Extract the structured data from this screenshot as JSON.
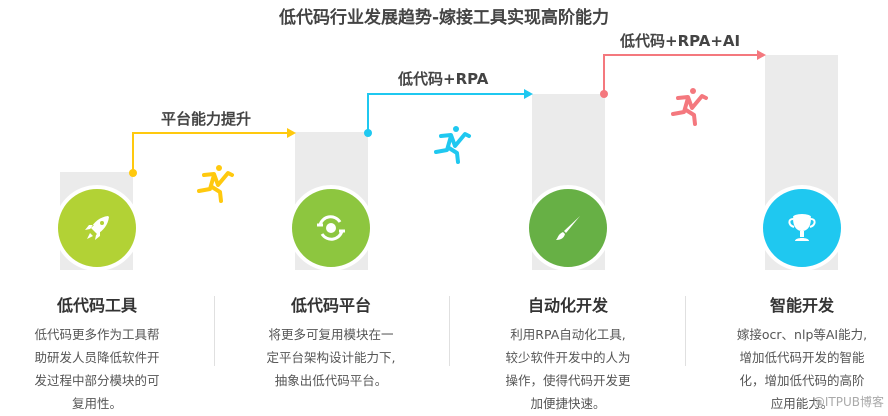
{
  "title": "低代码行业发展趋势-嫁接工具实现高阶能力",
  "transitions": [
    {
      "label": "平台能力提升",
      "color": "#ffc90e"
    },
    {
      "label": "低代码+RPA",
      "color": "#1fc8f0"
    },
    {
      "label": "低代码+RPA+AI",
      "color": "#f4787e"
    }
  ],
  "stages": [
    {
      "heading": "低代码工具",
      "icon": "rocket-icon",
      "color": "#b2d235",
      "lines": [
        "低代码更多作为工具帮",
        "助研发人员降低软件开",
        "发过程中部分模块的可",
        "复用性。"
      ]
    },
    {
      "heading": "低代码平台",
      "icon": "sync-icon",
      "color": "#8dc63f",
      "lines": [
        "将更多可复用模块在一",
        "定平台架构设计能力下,",
        "抽象出低代码平台。"
      ]
    },
    {
      "heading": "自动化开发",
      "icon": "brush-icon",
      "color": "#67b045",
      "lines": [
        "利用RPA自动化工具,",
        "较少软件开发中的人为",
        "操作，使得代码开发更",
        "加便捷快速。"
      ]
    },
    {
      "heading": "智能开发",
      "icon": "trophy-icon",
      "color": "#1fc8f0",
      "lines": [
        "嫁接ocr、nlp等AI能力,",
        "增加低代码开发的智能",
        "化，增加低代码的高阶",
        "应用能力。"
      ]
    }
  ],
  "watermark": "@ITPUB博客"
}
